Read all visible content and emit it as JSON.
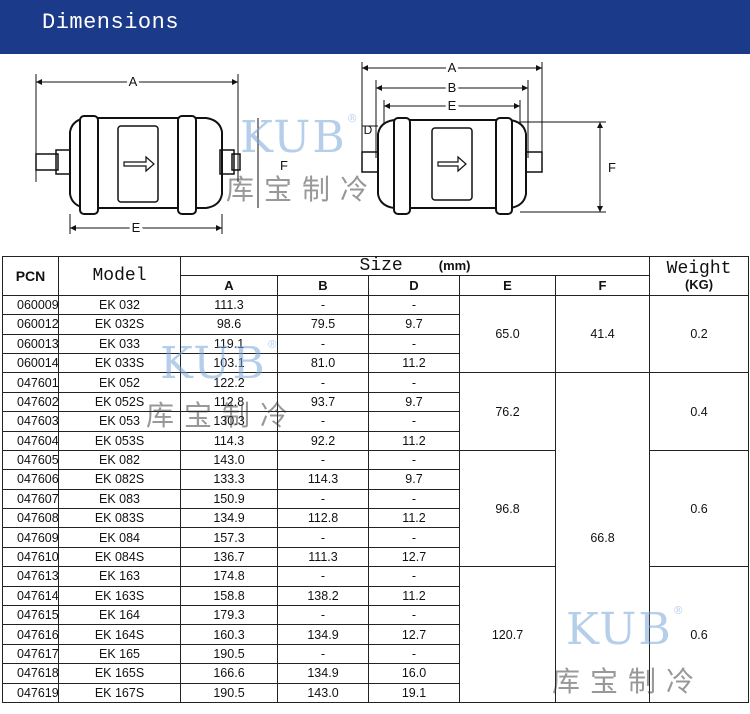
{
  "header": {
    "title": "Dimensions"
  },
  "diagram": {
    "left_labels": {
      "a": "A",
      "e": "E",
      "f": "F"
    },
    "right_labels": {
      "a": "A",
      "b": "B",
      "e": "E",
      "d": "D",
      "f": "F"
    }
  },
  "watermark": {
    "logo": "KUB",
    "reg": "®",
    "chinese": "库宝制冷"
  },
  "table": {
    "headers": {
      "pcn": "PCN",
      "model": "Model",
      "size": "Size",
      "size_unit": "(mm)",
      "weight": "Weight",
      "weight_unit": "(KG)",
      "a": "A",
      "b": "B",
      "d": "D",
      "e": "E",
      "f": "F"
    },
    "rows": [
      {
        "pcn": "060009",
        "model": "EK 032",
        "a": "111.3",
        "b": "-",
        "d": "-"
      },
      {
        "pcn": "060012",
        "model": "EK 032S",
        "a": "98.6",
        "b": "79.5",
        "d": "9.7"
      },
      {
        "pcn": "060013",
        "model": "EK 033",
        "a": "119.1",
        "b": "-",
        "d": "-"
      },
      {
        "pcn": "060014",
        "model": "EK 033S",
        "a": "103.1",
        "b": "81.0",
        "d": "11.2"
      },
      {
        "pcn": "047601",
        "model": "EK 052",
        "a": "122.2",
        "b": "-",
        "d": "-"
      },
      {
        "pcn": "047602",
        "model": "EK 052S",
        "a": "112.8",
        "b": "93.7",
        "d": "9.7"
      },
      {
        "pcn": "047603",
        "model": "EK 053",
        "a": "130.3",
        "b": "-",
        "d": "-"
      },
      {
        "pcn": "047604",
        "model": "EK 053S",
        "a": "114.3",
        "b": "92.2",
        "d": "11.2"
      },
      {
        "pcn": "047605",
        "model": "EK 082",
        "a": "143.0",
        "b": "-",
        "d": "-"
      },
      {
        "pcn": "047606",
        "model": "EK 082S",
        "a": "133.3",
        "b": "114.3",
        "d": "9.7"
      },
      {
        "pcn": "047607",
        "model": "EK 083",
        "a": "150.9",
        "b": "-",
        "d": "-"
      },
      {
        "pcn": "047608",
        "model": "EK 083S",
        "a": "134.9",
        "b": "112.8",
        "d": "11.2"
      },
      {
        "pcn": "047609",
        "model": "EK 084",
        "a": "157.3",
        "b": "-",
        "d": "-"
      },
      {
        "pcn": "047610",
        "model": "EK 084S",
        "a": "136.7",
        "b": "111.3",
        "d": "12.7"
      },
      {
        "pcn": "047613",
        "model": "EK 163",
        "a": "174.8",
        "b": "-",
        "d": "-"
      },
      {
        "pcn": "047614",
        "model": "EK 163S",
        "a": "158.8",
        "b": "138.2",
        "d": "11.2"
      },
      {
        "pcn": "047615",
        "model": "EK 164",
        "a": "179.3",
        "b": "-",
        "d": "-"
      },
      {
        "pcn": "047616",
        "model": "EK 164S",
        "a": "160.3",
        "b": "134.9",
        "d": "12.7"
      },
      {
        "pcn": "047617",
        "model": "EK 165",
        "a": "190.5",
        "b": "-",
        "d": "-"
      },
      {
        "pcn": "047618",
        "model": "EK 165S",
        "a": "166.6",
        "b": "134.9",
        "d": "16.0"
      },
      {
        "pcn": "047619",
        "model": "EK 167S",
        "a": "190.5",
        "b": "143.0",
        "d": "19.1"
      }
    ],
    "groups_e": [
      "65.0",
      "76.2",
      "96.8",
      "120.7"
    ],
    "groups_f": [
      "41.4",
      "66.8"
    ],
    "groups_w": [
      "0.2",
      "0.4",
      "0.6",
      "0.6"
    ]
  }
}
